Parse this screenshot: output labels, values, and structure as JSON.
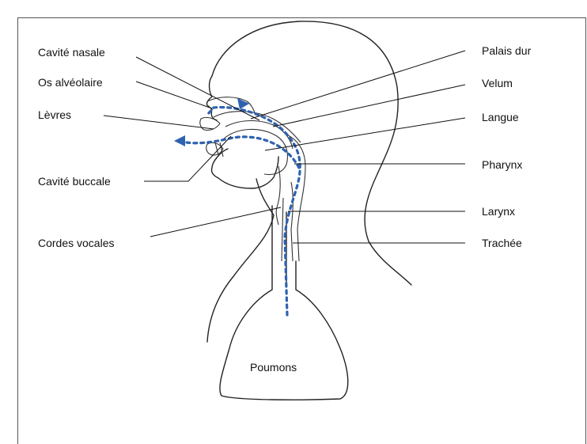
{
  "labels": {
    "cavite_nasale": "Cavité nasale",
    "os_alveolaire": "Os alvéolaire",
    "levres": "Lèvres",
    "cavite_buccale": "Cavité buccale",
    "cordes_vocales": "Cordes vocales",
    "palais_dur": "Palais dur",
    "velum": "Velum",
    "langue": "Langue",
    "pharynx": "Pharynx",
    "larynx": "Larynx",
    "trachee": "Trachée",
    "poumons": "Poumons"
  },
  "colors": {
    "airflow": "#2e62b0",
    "outline": "#222222",
    "frame": "#555555"
  }
}
